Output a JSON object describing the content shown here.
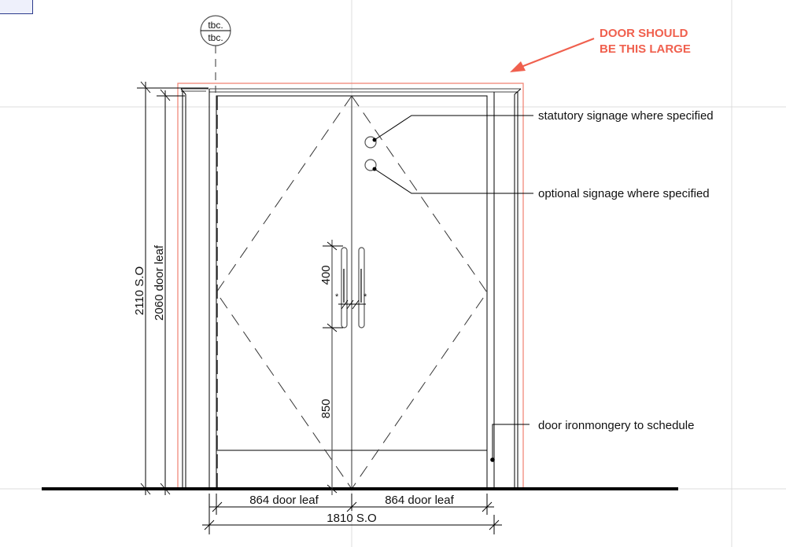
{
  "drawing": {
    "type": "door-elevation",
    "tag": {
      "top": "tbc.",
      "bottom": "tbc."
    },
    "annotation": {
      "line1": "DOOR SHOULD",
      "line2": "BE THIS LARGE",
      "color": "#f0604e"
    },
    "labels": {
      "statutory": "statutory signage where specified",
      "optional": "optional signage where specified",
      "ironmongery": "door ironmongery to schedule"
    },
    "dimensions": {
      "overall_height": "2110 S.O",
      "leaf_height": "2060 door leaf",
      "handle_length": "400",
      "handle_height": "850",
      "leaf_width_left": "864 door leaf",
      "leaf_width_right": "864 door leaf",
      "overall_width": "1810 S.O",
      "handle_marker_left": "*",
      "handle_marker_right": "*"
    },
    "colors": {
      "line": "#000000",
      "red_outline": "#f08070",
      "grid": "#dcdcdc",
      "corner_box_fill": "#eef0fb",
      "corner_box_border": "#2b3a8c"
    }
  }
}
